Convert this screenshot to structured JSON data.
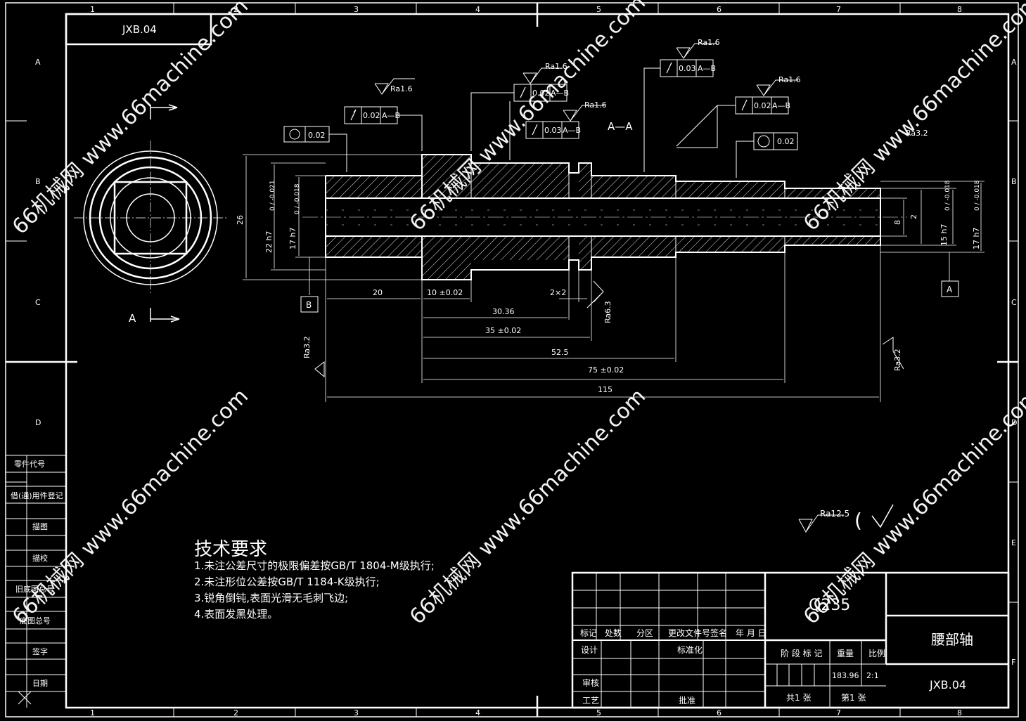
{
  "drawing_number": "JXB.04",
  "part_name": "腰部轴",
  "material": "Q235",
  "view_label": "A—A",
  "section_letter": "A",
  "border_columns": [
    "1",
    "2",
    "3",
    "4",
    "5",
    "6",
    "7",
    "8"
  ],
  "border_rows": [
    "A",
    "B",
    "C",
    "D",
    "E",
    "F"
  ],
  "tech_requirements": {
    "title": "技术要求",
    "items": [
      "1.未注公差尺寸的极限偏差按GB/T 1804-M级执行;",
      "2.未注形位公差按GB/T 1184-K级执行;",
      "3.锐角倒钝,表面光滑无毛刺飞边;",
      "4.表面发黑处理。"
    ]
  },
  "left_strip": [
    "零件代号",
    "借(通)用件登记",
    "描图",
    "描校",
    "旧底图总号",
    "底图总号",
    "签字",
    "日期"
  ],
  "title_block": {
    "col_headers": [
      "标记",
      "处数",
      "分区",
      "更改文件号",
      "签名",
      "年 月 日"
    ],
    "design": "设计",
    "standardize": "标准化",
    "review": "审核",
    "process": "工艺",
    "approve": "批准",
    "stage_mark": "阶 段 标 记",
    "weight_label": "重量",
    "scale_label": "比例",
    "weight": "183.96",
    "scale": "2:1",
    "sheets_total": "共1 张",
    "sheet_no": "第1 张"
  },
  "surface_finish_general": "Ra12.5",
  "dimensions": {
    "d_20": "20",
    "d_10": "10 ±0.02",
    "d_2x2": "2×2",
    "d_30_36": "30.36",
    "d_35": "35 ±0.02",
    "d_52_5": "52.5",
    "d_75": "75 ±0.02",
    "d_115": "115",
    "sq26": "26",
    "sq22": "22 h7",
    "sq22_tol": "0 / -0.021",
    "sq17": "17 h7",
    "sq17_tol": "0 / -0.018",
    "sq8": "8",
    "sq2": "2",
    "sq15": "15 h7",
    "sq15_tol": "0 / -0.018",
    "sq17b": "17 h7",
    "sq17b_tol": "0 / -0.018"
  },
  "tolerances": {
    "circ1": "0.02",
    "circ2": "0.02",
    "runout": "0.02",
    "runout_datum": "A—B",
    "runout2": "0.02",
    "runout3": "0.03",
    "runout4": "0.03",
    "runout5": "0.02"
  },
  "roughness": {
    "r1": "Ra1.6",
    "r2": "Ra1.6",
    "r3": "Ra1.6",
    "r4": "Ra1.6",
    "r5": "Ra1.6",
    "r6": "Ra3.2",
    "r7": "Ra3.2",
    "r8": "Ra3.2",
    "r9": "Ra6.3"
  },
  "datums": {
    "a": "A",
    "b": "B"
  },
  "watermarks": [
    "66机械网 www.66machine.com"
  ]
}
